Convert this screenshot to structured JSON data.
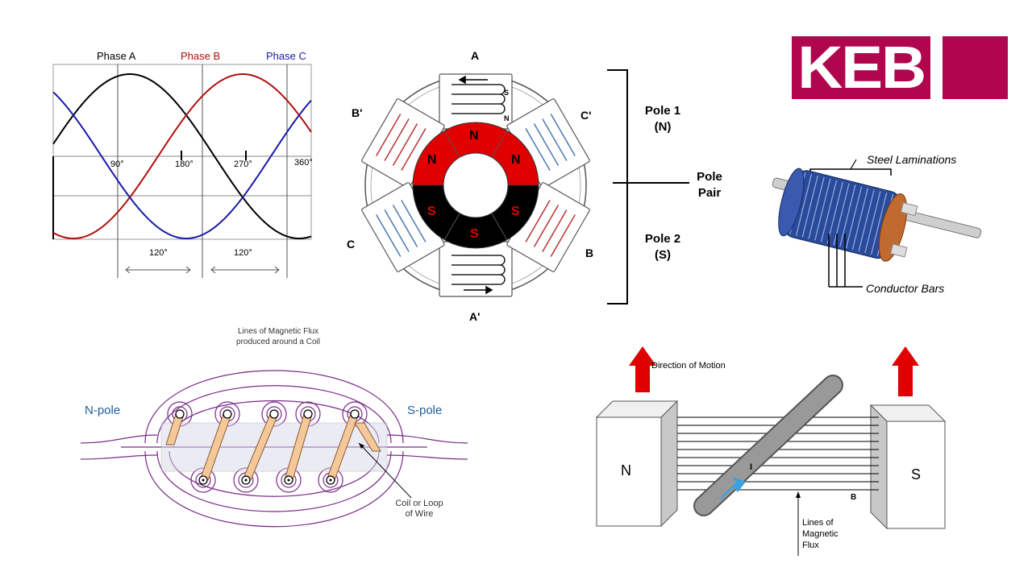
{
  "phase_chart": {
    "phase_labels": [
      "Phase A",
      "Phase B",
      "Phase C"
    ],
    "angle_labels": [
      "90°",
      "180°",
      "270°",
      "360°"
    ],
    "spacing_labels": [
      "120°",
      "120°"
    ]
  },
  "stator": {
    "top_label": "A",
    "bottom_label": "A'",
    "left_top_label": "B'",
    "left_bottom_label": "C",
    "right_top_label": "C'",
    "right_bottom_label": "B",
    "coil_top_s": "S",
    "coil_top_n": "N",
    "rotor_north": [
      "N",
      "N",
      "N"
    ],
    "rotor_south": [
      "S",
      "S",
      "S"
    ]
  },
  "pole_bracket": {
    "pole1_line1": "Pole 1",
    "pole1_line2": "(N)",
    "pole2_line1": "Pole 2",
    "pole2_line2": "(S)",
    "pair_line1": "Pole",
    "pair_line2": "Pair"
  },
  "logo": {
    "text": "KEB",
    "color": "#b0064d"
  },
  "rotor_cage": {
    "laminations_label": "Steel Laminations",
    "bars_label": "Conductor Bars"
  },
  "coil_diagram": {
    "title_line1": "Lines of Magnetic Flux",
    "title_line2": "produced around a Coil",
    "n_pole": "N-pole",
    "s_pole": "S-pole",
    "wire_line1": "Coil or Loop",
    "wire_line2": "of Wire"
  },
  "motor_principle": {
    "motion_label": "Direction of Motion",
    "north": "N",
    "south": "S",
    "current": "I",
    "field": "B",
    "flux_line1": "Lines of",
    "flux_line2": "Magnetic",
    "flux_line3": "Flux"
  },
  "colors": {
    "phase_a": "#000000",
    "phase_b": "#b01010",
    "phase_c": "#1a1aa8",
    "rotor_north": "#e00000",
    "rotor_south": "#000000",
    "flux_lines": "#7a2a8a",
    "arrow": "#e00000"
  }
}
